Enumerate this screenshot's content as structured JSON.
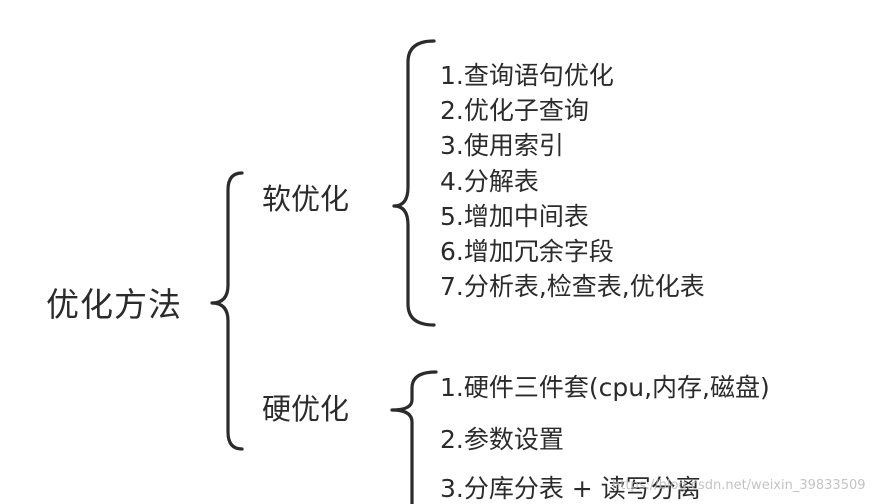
{
  "root": {
    "label": "优化方法"
  },
  "branches": [
    {
      "label": "软优化",
      "items": [
        "1.查询语句优化",
        "2.优化子查询",
        "3.使用索引",
        "4.分解表",
        "5.增加中间表",
        "6.增加冗余字段",
        "7.分析表,检查表,优化表"
      ]
    },
    {
      "label": "硬优化",
      "items": [
        "1.硬件三件套(cpu,内存,磁盘)",
        "2.参数设置",
        "3.分库分表 + 读写分离"
      ]
    }
  ],
  "watermark": "https://blog.csdn.net/weixin_39833509"
}
